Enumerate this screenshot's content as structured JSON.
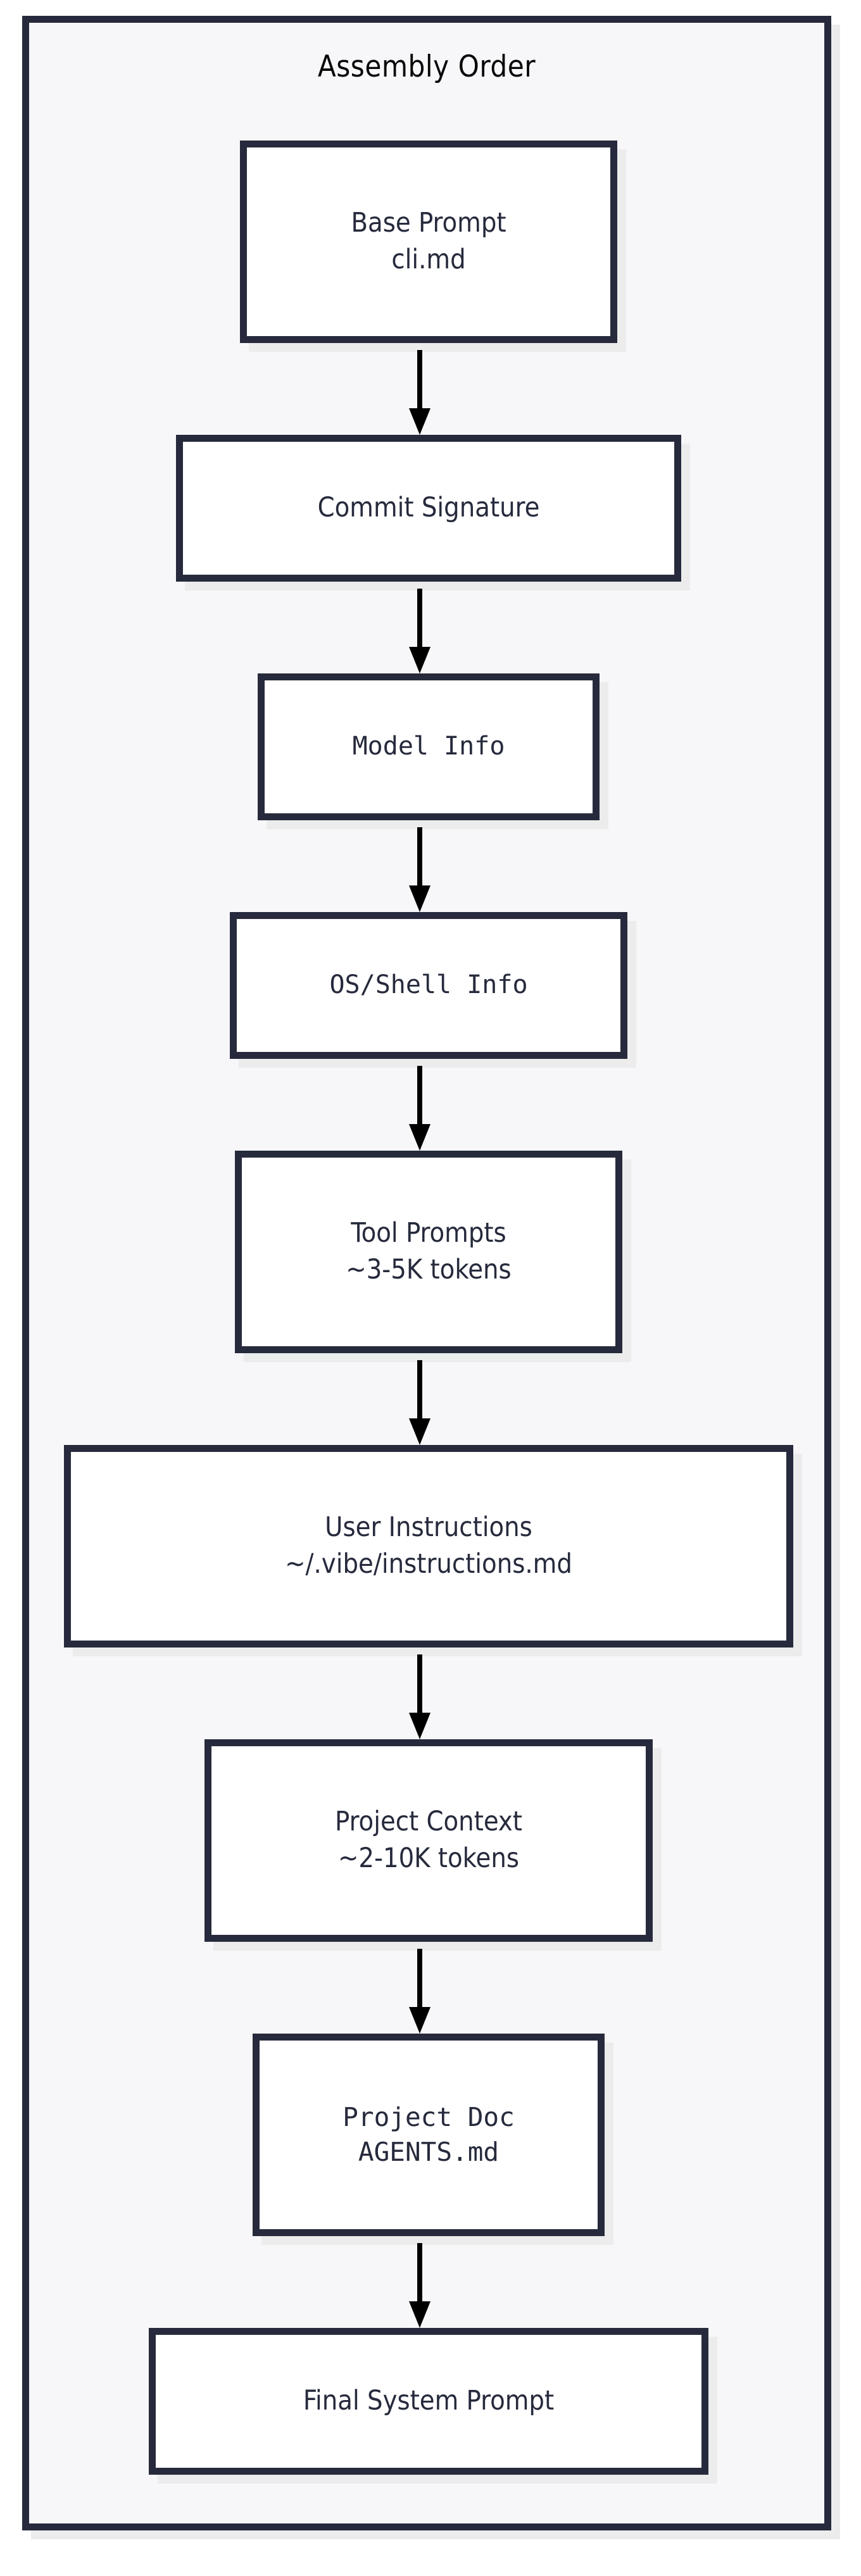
{
  "diagram": {
    "type": "flowchart",
    "direction": "top-to-bottom",
    "title": "Assembly Order",
    "colors": {
      "node_fill": "#ffffff",
      "node_border": "#262a3c",
      "container_fill": "#f7f7fa",
      "container_border": "#262a3c",
      "text": "#262a3c",
      "title_text": "#080808",
      "arrow": "#000000",
      "shadow": "#ececec"
    },
    "nodes": [
      {
        "id": "base-prompt",
        "line1": "Base Prompt",
        "line2": "cli.md"
      },
      {
        "id": "commit-signature",
        "line1": "Commit Signature",
        "line2": ""
      },
      {
        "id": "model-info",
        "line1": "Model Info",
        "line2": ""
      },
      {
        "id": "os-shell-info",
        "line1": "OS/Shell Info",
        "line2": ""
      },
      {
        "id": "tool-prompts",
        "line1": "Tool Prompts",
        "line2": "~3-5K tokens"
      },
      {
        "id": "user-instructions",
        "line1": "User Instructions",
        "line2": "~/.vibe/instructions.md"
      },
      {
        "id": "project-context",
        "line1": "Project Context",
        "line2": "~2-10K tokens"
      },
      {
        "id": "project-doc",
        "line1": "Project Doc",
        "line2": "AGENTS.md"
      },
      {
        "id": "final-system-prompt",
        "line1": "Final System Prompt",
        "line2": ""
      }
    ],
    "edges": [
      {
        "from": "base-prompt",
        "to": "commit-signature",
        "label": ""
      },
      {
        "from": "commit-signature",
        "to": "model-info",
        "label": ""
      },
      {
        "from": "model-info",
        "to": "os-shell-info",
        "label": ""
      },
      {
        "from": "os-shell-info",
        "to": "tool-prompts",
        "label": ""
      },
      {
        "from": "tool-prompts",
        "to": "user-instructions",
        "label": ""
      },
      {
        "from": "user-instructions",
        "to": "project-context",
        "label": ""
      },
      {
        "from": "project-context",
        "to": "project-doc",
        "label": ""
      },
      {
        "from": "project-doc",
        "to": "final-system-prompt",
        "label": ""
      }
    ]
  }
}
